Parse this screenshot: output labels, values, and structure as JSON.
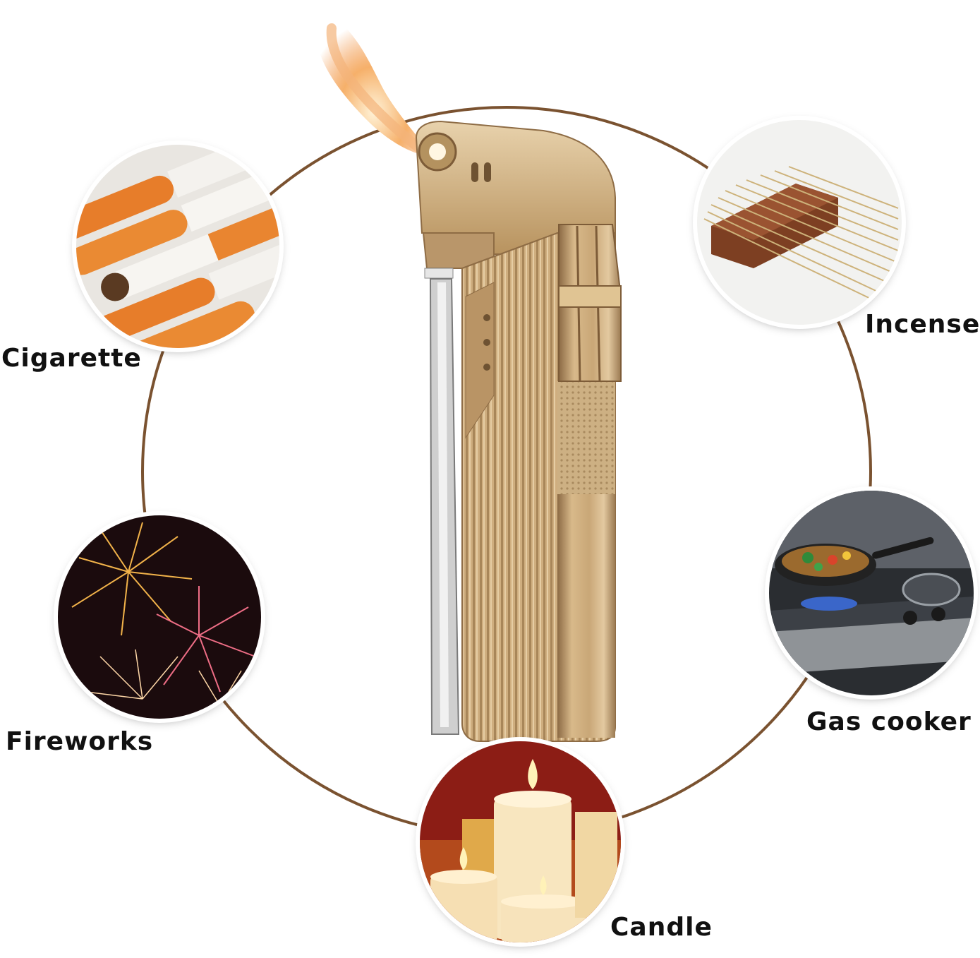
{
  "labels": {
    "cigarette": "Cigarette",
    "incense": "Incense",
    "fireworks": "Fireworks",
    "gas_cooker": "Gas cooker",
    "candle": "Candle"
  },
  "colors": {
    "ring": "#7a5230",
    "lighter_gold": "#c9a777",
    "flame": "#f2a15a"
  }
}
